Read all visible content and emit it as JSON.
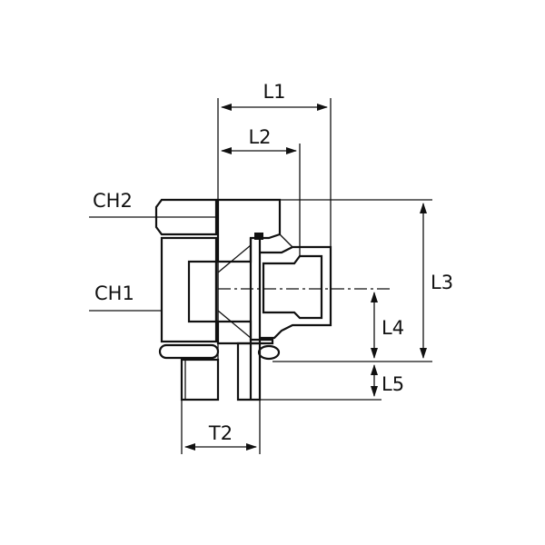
{
  "drawing": {
    "labels": {
      "l1": "L1",
      "l2": "L2",
      "l3": "L3",
      "l4": "L4",
      "l5": "L5",
      "t2": "T2",
      "ch1": "CH1",
      "ch2": "CH2"
    },
    "colors": {
      "line": "#111111",
      "background": "#ffffff"
    }
  }
}
